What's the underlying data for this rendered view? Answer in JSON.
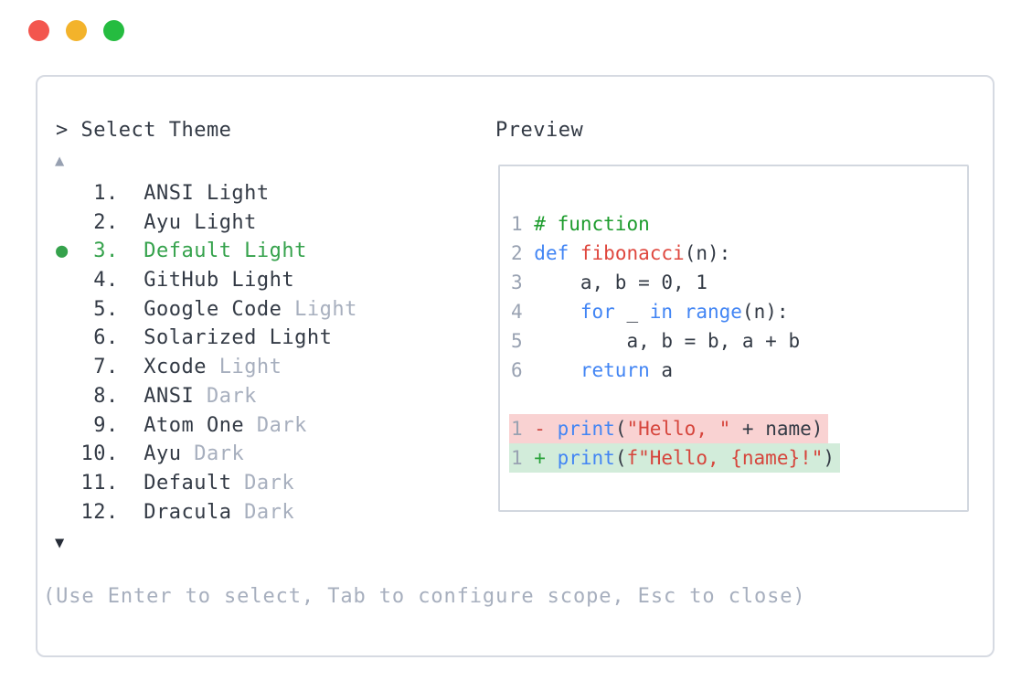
{
  "window": {
    "controls": [
      "close",
      "minimize",
      "zoom"
    ]
  },
  "theme_selector": {
    "prompt": "> Select Theme",
    "up_arrow": "▲",
    "down_arrow": "▼",
    "selected_marker": "●",
    "items": [
      {
        "number": "1.",
        "label": "ANSI Light",
        "muted": "",
        "selected": false
      },
      {
        "number": "2.",
        "label": "Ayu Light",
        "muted": "",
        "selected": false
      },
      {
        "number": "3.",
        "label": "Default Light",
        "muted": "",
        "selected": true
      },
      {
        "number": "4.",
        "label": "GitHub Light",
        "muted": "",
        "selected": false
      },
      {
        "number": "5.",
        "label": "Google Code",
        "muted": "Light",
        "selected": false
      },
      {
        "number": "6.",
        "label": "Solarized Light",
        "muted": "",
        "selected": false
      },
      {
        "number": "7.",
        "label": "Xcode",
        "muted": "Light",
        "selected": false
      },
      {
        "number": "8.",
        "label": "ANSI",
        "muted": "Dark",
        "selected": false
      },
      {
        "number": "9.",
        "label": "Atom One",
        "muted": "Dark",
        "selected": false
      },
      {
        "number": "10.",
        "label": "Ayu",
        "muted": "Dark",
        "selected": false
      },
      {
        "number": "11.",
        "label": "Default",
        "muted": "Dark",
        "selected": false
      },
      {
        "number": "12.",
        "label": "Dracula",
        "muted": "Dark",
        "selected": false
      }
    ],
    "help": "(Use Enter to select, Tab to configure scope, Esc to close)"
  },
  "preview": {
    "title": "Preview",
    "code_lines": [
      {
        "num": "1",
        "tokens": [
          {
            "c": "comment",
            "t": "# function"
          }
        ]
      },
      {
        "num": "2",
        "tokens": [
          {
            "c": "keyword",
            "t": "def"
          },
          {
            "c": "plain",
            "t": " "
          },
          {
            "c": "func",
            "t": "fibonacci"
          },
          {
            "c": "plain",
            "t": "(n):"
          }
        ]
      },
      {
        "num": "3",
        "tokens": [
          {
            "c": "plain",
            "t": "    a, b = 0, 1"
          }
        ]
      },
      {
        "num": "4",
        "tokens": [
          {
            "c": "plain",
            "t": "    "
          },
          {
            "c": "keyword",
            "t": "for"
          },
          {
            "c": "plain",
            "t": " _ "
          },
          {
            "c": "keyword",
            "t": "in"
          },
          {
            "c": "plain",
            "t": " "
          },
          {
            "c": "keyword",
            "t": "range"
          },
          {
            "c": "plain",
            "t": "(n):"
          }
        ]
      },
      {
        "num": "5",
        "tokens": [
          {
            "c": "plain",
            "t": "        a, b = b, a + b"
          }
        ]
      },
      {
        "num": "6",
        "tokens": [
          {
            "c": "plain",
            "t": "    "
          },
          {
            "c": "keyword",
            "t": "return"
          },
          {
            "c": "plain",
            "t": " a"
          }
        ]
      }
    ],
    "diff_lines": [
      {
        "num": "1",
        "sign": "-",
        "tokens": [
          {
            "c": "keyword",
            "t": "print"
          },
          {
            "c": "plain",
            "t": "("
          },
          {
            "c": "string",
            "t": "\"Hello, \""
          },
          {
            "c": "plain",
            "t": " + name)"
          }
        ]
      },
      {
        "num": "1",
        "sign": "+",
        "tokens": [
          {
            "c": "keyword",
            "t": "print"
          },
          {
            "c": "plain",
            "t": "("
          },
          {
            "c": "string",
            "t": "f\"Hello, {name}!\""
          },
          {
            "c": "plain",
            "t": ")"
          }
        ]
      }
    ]
  },
  "colors": {
    "traffic_red": "#f3564e",
    "traffic_yellow": "#f3b32b",
    "traffic_green": "#25bc40",
    "text_dark": "#333a45",
    "text_muted": "#a7afbe",
    "selected_green": "#35a24c",
    "keyword_blue": "#4285f4",
    "function_red": "#df473e",
    "string_red": "#d6453c",
    "comment_green": "#1d9c2d",
    "line_number_gray": "#99a2b2",
    "diff_removed_bg": "#f9d2d2",
    "diff_added_bg": "#d2ecda",
    "diff_minus": "#cc4742",
    "diff_plus": "#27a138",
    "panel_border": "#d6dae2",
    "arrow_up_gray": "#97a0b1",
    "arrow_down_dark": "#262c37"
  }
}
